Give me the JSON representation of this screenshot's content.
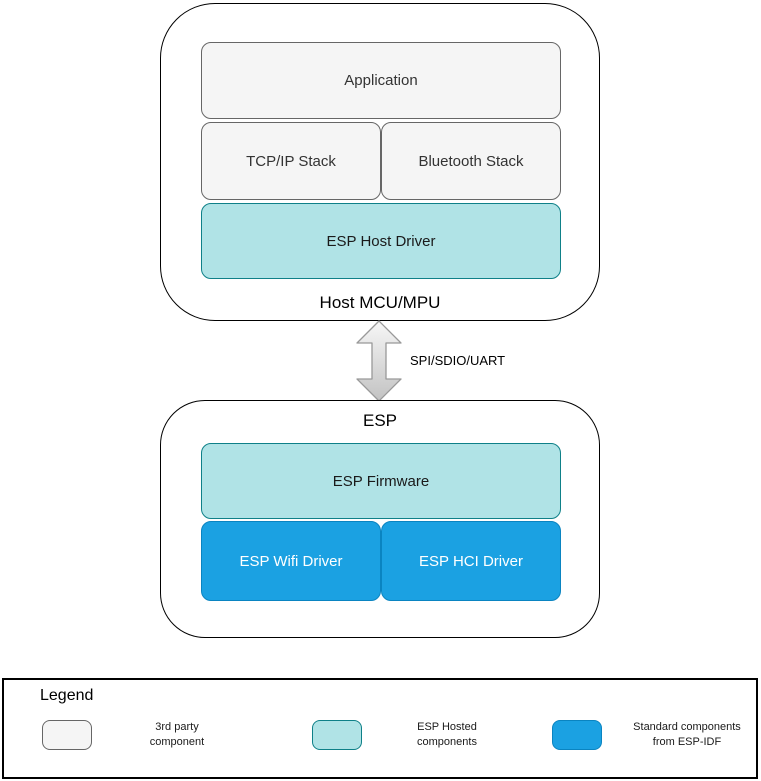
{
  "host_box": {
    "title": "Host MCU/MPU",
    "blocks": {
      "application": "Application",
      "tcpip": "TCP/IP Stack",
      "bluetooth": "Bluetooth Stack",
      "esp_host_driver": "ESP Host Driver"
    }
  },
  "link": {
    "label": "SPI/SDIO/UART",
    "arrow_icon": "double-vertical-arrow"
  },
  "esp_box": {
    "title": "ESP",
    "blocks": {
      "firmware": "ESP Firmware",
      "wifi_driver": "ESP Wifi Driver",
      "hci_driver": "ESP HCI Driver"
    }
  },
  "legend": {
    "title": "Legend",
    "items": [
      {
        "swatch": "gray",
        "color": "#f5f5f5",
        "line1": "3rd party",
        "line2": "component"
      },
      {
        "swatch": "teal",
        "color": "#b0e3e6",
        "line1": "ESP Hosted",
        "line2": "components"
      },
      {
        "swatch": "blue",
        "color": "#1ba1e2",
        "line1": "Standard components",
        "line2": "from ESP-IDF"
      }
    ]
  },
  "colors": {
    "gray_fill": "#f5f5f5",
    "gray_stroke": "#666666",
    "teal_fill": "#b0e3e6",
    "teal_stroke": "#0e8088",
    "blue_fill": "#1ba1e2",
    "blue_stroke": "#0a84c1",
    "arrow_fill_top": "#f7f7f7",
    "arrow_fill_bottom": "#c2c2c2",
    "arrow_stroke": "#999999"
  }
}
